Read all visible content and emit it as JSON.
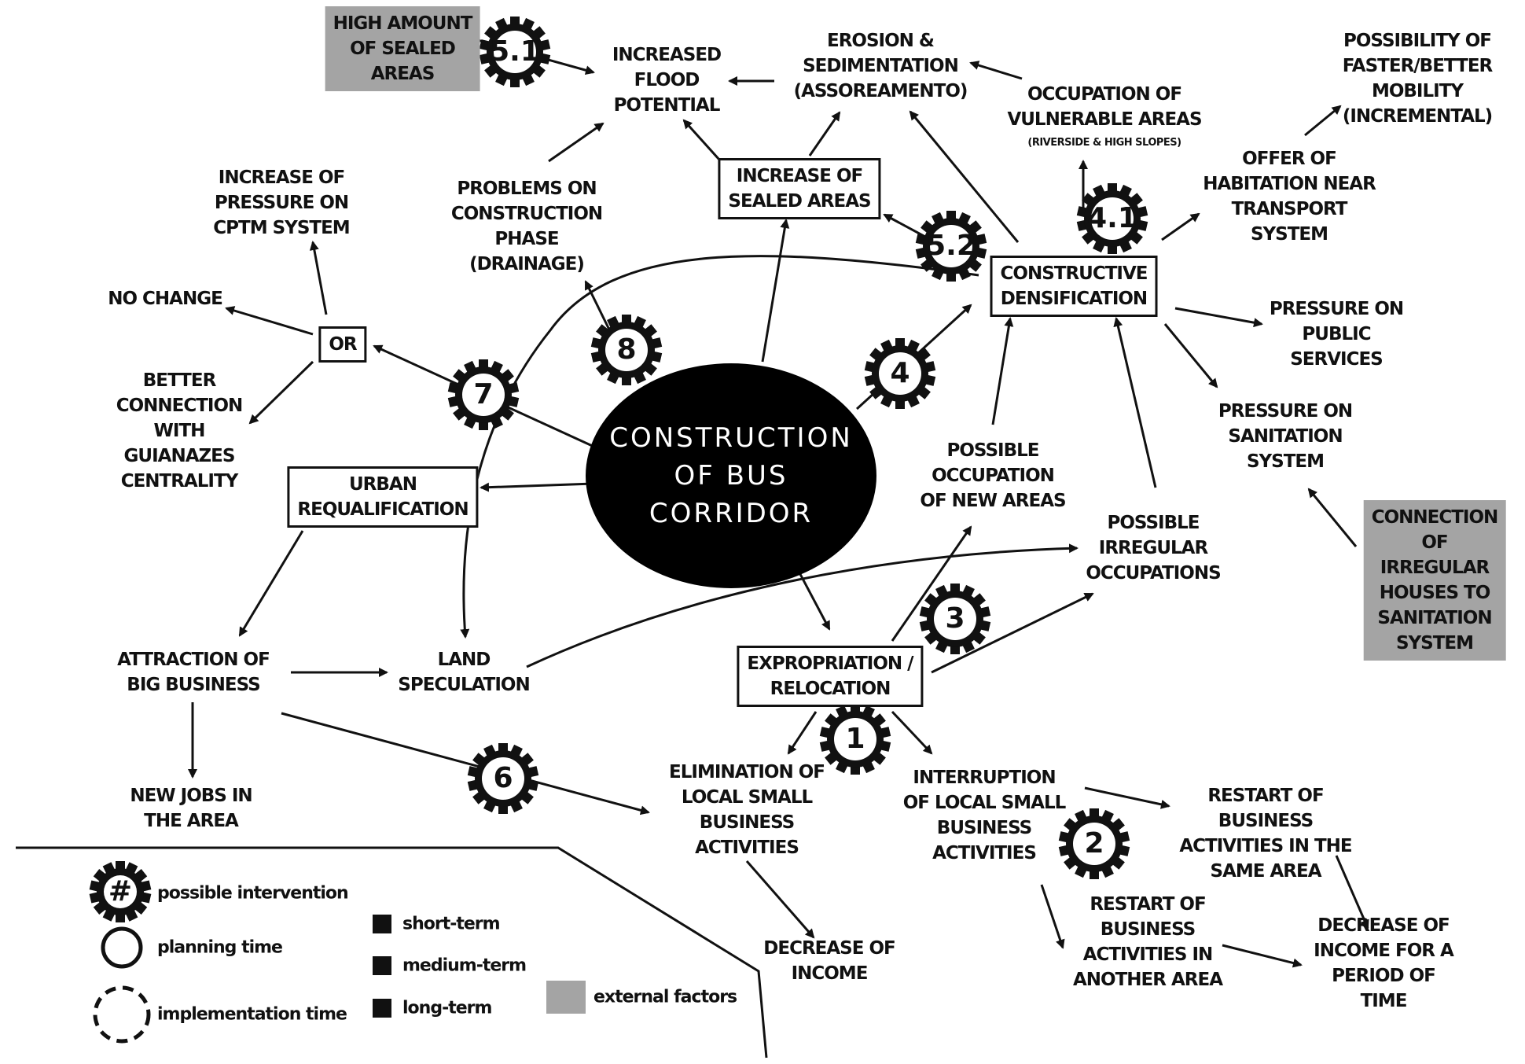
{
  "center": "CONSTRUCTION\nOF BUS\nCORRIDOR",
  "nodes": {
    "high_sealed": "HIGH AMOUNT\nOF SEALED\nAREAS",
    "flood": "INCREASED\nFLOOD\nPOTENTIAL",
    "erosion": "EROSION &\nSEDIMENTATION\n(ASSOREAMENTO)",
    "vulnerable": "OCCUPATION OF\nVULNERABLE AREAS",
    "vulnerable_sub": "(RIVERSIDE & HIGH SLOPES)",
    "mobility": "POSSIBILITY OF\nFASTER/BETTER\nMOBILITY\n(INCREMENTAL)",
    "cptm": "INCREASE OF\nPRESSURE ON\nCPTM SYSTEM",
    "problems": "PROBLEMS ON\nCONSTRUCTION\nPHASE\n(DRAINAGE)",
    "inc_sealed": "INCREASE OF\nSEALED AREAS",
    "offer": "OFFER OF\nHABITATION NEAR\nTRANSPORT\nSYSTEM",
    "no_change": "NO CHANGE",
    "or": "OR",
    "constructive": "CONSTRUCTIVE\nDENSIFICATION",
    "public": "PRESSURE ON\nPUBLIC\nSERVICES",
    "better": "BETTER\nCONNECTION\nWITH\nGUIANAZES\nCENTRALITY",
    "sanitation": "PRESSURE ON\nSANITATION\nSYSTEM",
    "urban": "URBAN\nREQUALIFICATION",
    "new_areas": "POSSIBLE\nOCCUPATION\nOF NEW AREAS",
    "irregular": "POSSIBLE\nIRREGULAR\nOCCUPATIONS",
    "connection": "CONNECTION\nOF IRREGULAR\nHOUSES TO\nSANITATION\nSYSTEM",
    "attraction": "ATTRACTION OF\nBIG BUSINESS",
    "land": "LAND\nSPECULATION",
    "expropriation": "EXPROPRIATION /\nRELOCATION",
    "new_jobs": "NEW JOBS IN\nTHE AREA",
    "elimination": "ELIMINATION OF\nLOCAL SMALL\nBUSINESS\nACTIVITIES",
    "interruption": "INTERRUPTION\nOF LOCAL SMALL\nBUSINESS\nACTIVITIES",
    "restart_same": "RESTART OF\nBUSINESS\nACTIVITIES IN THE\nSAME AREA",
    "restart_other": "RESTART OF\nBUSINESS\nACTIVITIES IN\nANOTHER AREA",
    "dec_income": "DECREASE OF\nINCOME",
    "dec_income_period": "DECREASE OF\nINCOME FOR A\nPERIOD OF TIME"
  },
  "gears": [
    "5.1",
    "5.2",
    "4.1",
    "4",
    "8",
    "7",
    "3",
    "1",
    "6",
    "2"
  ],
  "legend": {
    "gear_symbol": "#",
    "possible": "possible intervention",
    "planning": "planning time",
    "implementation": "implementation time",
    "short": "short-term",
    "medium": "medium-term",
    "long": "long-term",
    "external": "external factors"
  },
  "colors": {
    "ink": "#111111",
    "external": "#a4a4a4",
    "background": "#ffffff"
  }
}
